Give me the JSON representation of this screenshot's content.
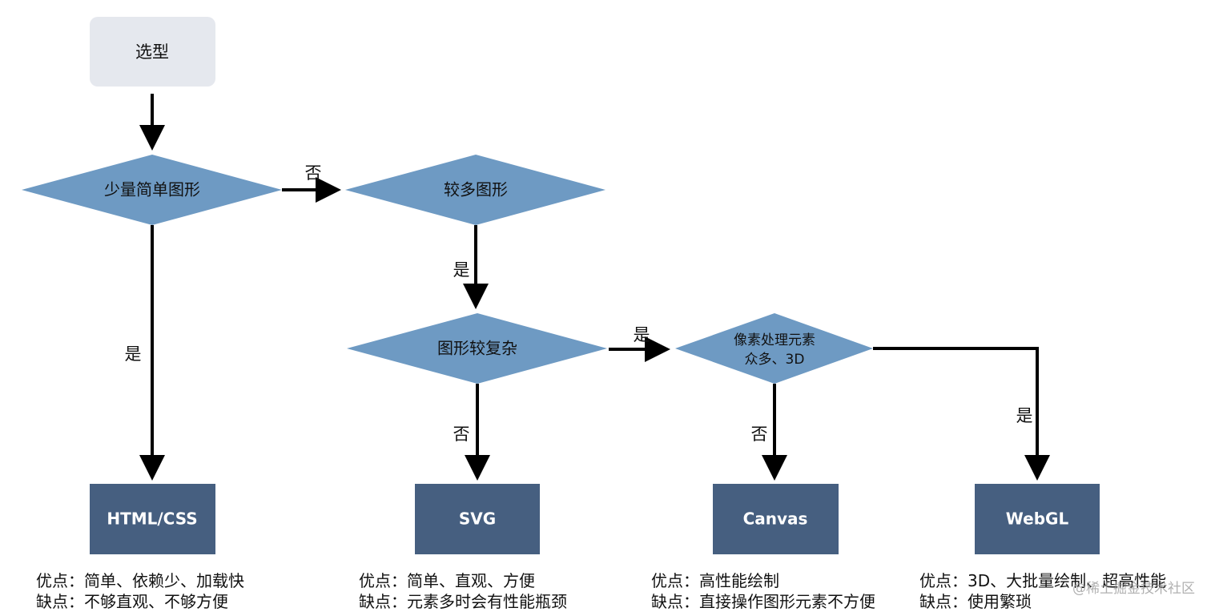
{
  "colors": {
    "start_fill": "#e5e8ee",
    "decision_fill": "#6e9ac3",
    "result_fill": "#465f80",
    "arrow": "#000000"
  },
  "nodes": {
    "start": "选型",
    "decision_simple": "少量简单图形",
    "decision_many": "较多图形",
    "decision_complex": "图形较复杂",
    "decision_pixel_line1": "像素处理元素",
    "decision_pixel_line2": "众多、3D"
  },
  "results": {
    "html_css": "HTML/CSS",
    "svg": "SVG",
    "canvas": "Canvas",
    "webgl": "WebGL"
  },
  "edge_labels": {
    "simple_no": "否",
    "simple_yes": "是",
    "many_yes": "是",
    "complex_no": "否",
    "complex_yes": "是",
    "pixel_no": "否",
    "pixel_yes": "是"
  },
  "notes": {
    "html_css": {
      "pros": "优点：简单、依赖少、加载快",
      "cons": "缺点：不够直观、不够方便"
    },
    "svg": {
      "pros": "优点：简单、直观、方便",
      "cons": "缺点：元素多时会有性能瓶颈"
    },
    "canvas": {
      "pros": "优点：高性能绘制",
      "cons": "缺点：直接操作图形元素不方便"
    },
    "webgl": {
      "pros": "优点：3D、大批量绘制、超高性能",
      "cons": "缺点：使用繁琐"
    }
  },
  "watermark": "@稀土掘金技术社区"
}
